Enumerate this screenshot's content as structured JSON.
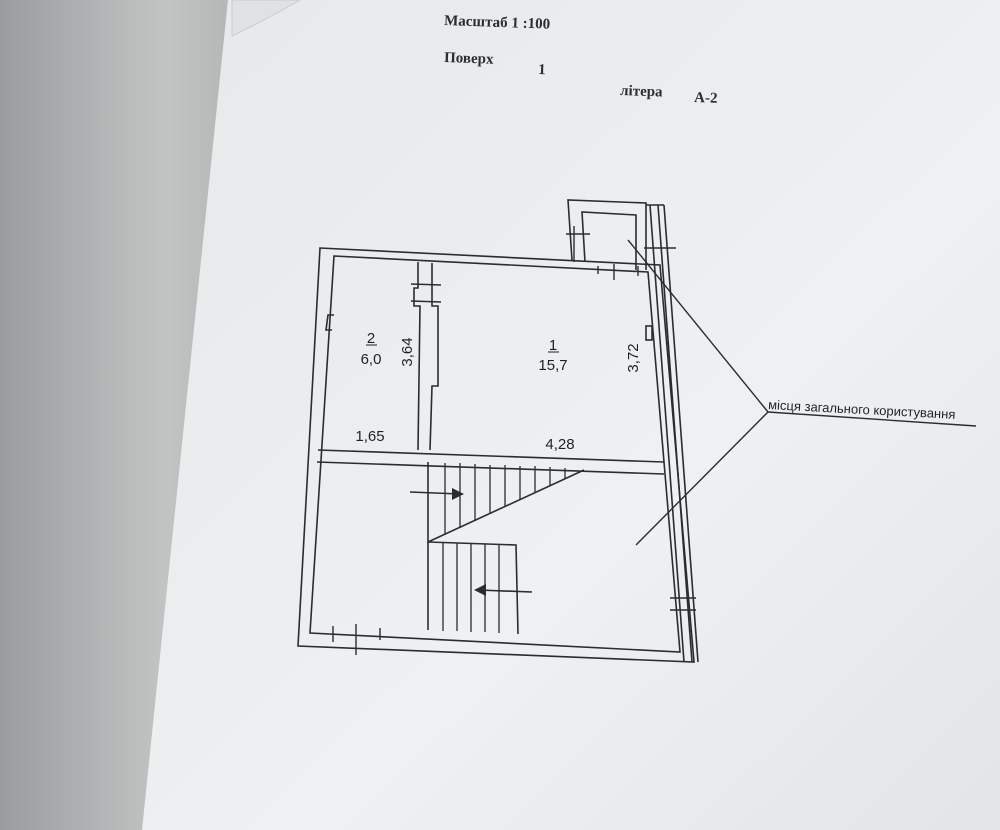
{
  "header": {
    "scale_label": "Масштаб 1 :100",
    "floor_label": "Поверх",
    "floor_value": "1",
    "letter_label": "літера",
    "letter_value": "А-2"
  },
  "rooms": [
    {
      "number": "1",
      "area": "15,7"
    },
    {
      "number": "2",
      "area": "6,0"
    }
  ],
  "dimensions": {
    "room1_width": "4,28",
    "room1_height": "3,72",
    "room2_width": "1,65",
    "room2_height": "3,64"
  },
  "annotation": {
    "common_use": "місця загального користування"
  },
  "colors": {
    "paper": "#eceef0",
    "ink": "#2a2c2f"
  }
}
